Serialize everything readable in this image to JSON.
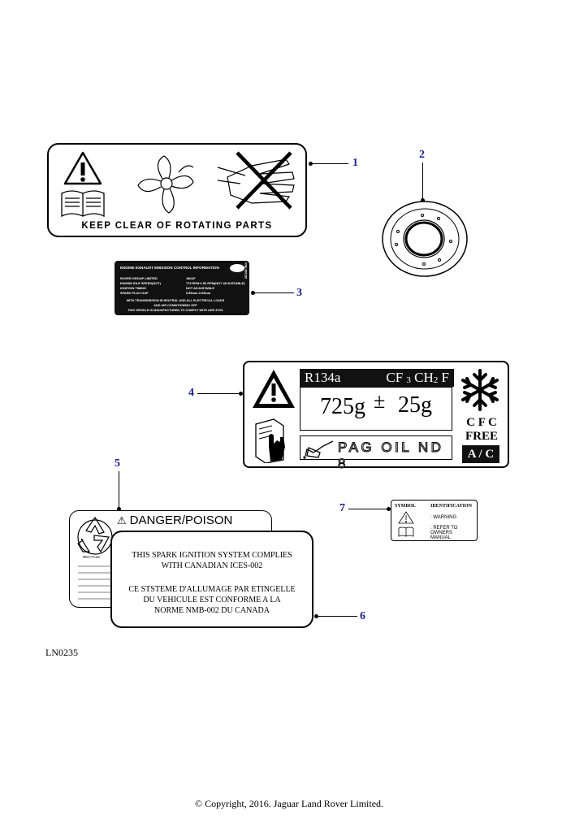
{
  "callouts": [
    "1",
    "2",
    "3",
    "4",
    "5",
    "6",
    "7"
  ],
  "label1": {
    "caption": "KEEP CLEAR OF ROTATING PARTS"
  },
  "label3": {
    "title": "ENGINE EXHAUST EMISSION CONTROL INFORMATION",
    "rows": [
      {
        "k": "ROVER GROUP LIMITED",
        "v": "18K4F"
      },
      {
        "k": "ENGINE IDLE SPEED(HOT)",
        "v": "775 RPM+/-50 RPM(NOT ADJUSTABLE)"
      },
      {
        "k": "IGNITION TIMING",
        "v": "NOT ADJUSTABLE"
      },
      {
        "k": "SPARK PLUG GAP",
        "v": "0.85mm-0.95mm"
      }
    ],
    "footer": [
      "WITH TRANSMISSION IN NEUTRAL AND ALL ELECTRICAL LOADS",
      "AND AIR CONDITIONING OFF",
      "THIS VEHICLE IS MANUFACTURED TO COMPLY WITH ADR 37/01"
    ],
    "part_no": "PAE 000150"
  },
  "label4": {
    "refrigerant": "R134a",
    "formula_cf": "CF",
    "formula_3": "3",
    "formula_ch": "CH",
    "formula_2": "2",
    "formula_f": "F",
    "amount": "725g",
    "plusminus": "±",
    "tolerance": "25g",
    "oil": "PAG OIL ND 8",
    "cfc": "C F C",
    "free": "FREE",
    "ac": "A / C"
  },
  "label5": {
    "title": "DANGER/POISON",
    "recycle_text": "RECYCLE"
  },
  "label6": {
    "lines_en": [
      "THIS SPARK IGNITION SYSTEM COMPLIES",
      "WITH CANADIAN ICES-002"
    ],
    "lines_fr": [
      "CE STSTEME D'ALLUMAGE PAR ETINGELLE",
      "DU VEHICULE EST CONFORME A LA",
      "NORME NMB-002 DU CANADA"
    ]
  },
  "label7": {
    "col_symbol": "SYMBOL",
    "col_ident": "IDENTIFICATION",
    "row1": ": WARNING",
    "row2": ": REFER TO OWNERS MANUAL"
  },
  "figure_ref": "LN0235",
  "copyright": "© Copyright, 2016. Jaguar Land Rover Limited.",
  "colors": {
    "callout": "#1a1aa8",
    "ink": "#000000"
  }
}
